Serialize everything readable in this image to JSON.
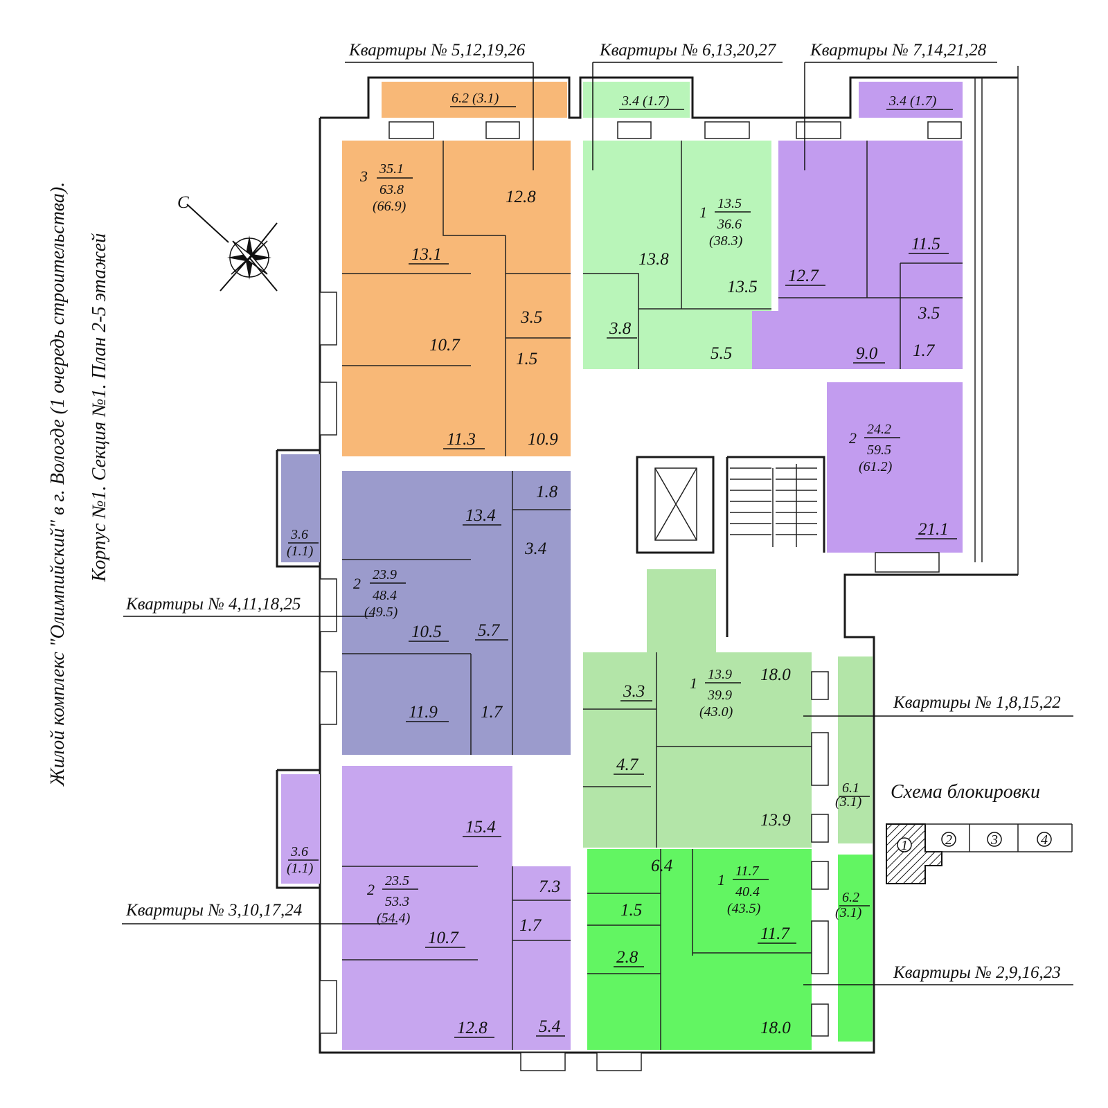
{
  "side_text": {
    "line1": "Жилой комплекс \"Олимпийский\" в г. Вологде (1 очередь строительства).",
    "line2": "Корпус №1. Секция №1. План 2-5 этажей"
  },
  "compass_label": "С",
  "apartments": [
    {
      "label": "Квартиры № 5,12,19,26",
      "color": "#f8b877",
      "rooms": "3",
      "area_living": "35.1",
      "area_total": "63.8",
      "area_with_balcony": "(66.9)",
      "room_areas": [
        "6.2 (3.1)",
        "12.8",
        "13.1",
        "10.7",
        "3.5",
        "1.5",
        "11.3",
        "10.9"
      ]
    },
    {
      "label": "Квартиры № 6,13,20,27",
      "color": "#b9f5b9",
      "rooms": "1",
      "area_living": "13.5",
      "area_total": "36.6",
      "area_with_balcony": "(38.3)",
      "room_areas": [
        "3.4 (1.7)",
        "13.8",
        "13.5",
        "3.8",
        "5.5"
      ]
    },
    {
      "label": "Квартиры № 7,14,21,28",
      "color": "#c29cef",
      "rooms": "2",
      "area_living": "24.2",
      "area_total": "59.5",
      "area_with_balcony": "(61.2)",
      "room_areas": [
        "3.4 (1.7)",
        "11.5",
        "12.7",
        "3.5",
        "9.0",
        "1.7",
        "21.1"
      ]
    },
    {
      "label": "Квартиры № 4,11,18,25",
      "color": "#9b9bcc",
      "rooms": "2",
      "area_living": "23.9",
      "area_total": "48.4",
      "area_with_balcony": "(49.5)",
      "room_areas": [
        "1.8",
        "13.4",
        "3.4",
        "3.6",
        "(1.1)",
        "10.5",
        "5.7",
        "11.9",
        "1.7"
      ]
    },
    {
      "label": "Квартиры № 3,10,17,24",
      "color": "#c7a6ef",
      "rooms": "2",
      "area_living": "23.5",
      "area_total": "53.3",
      "area_with_balcony": "(54.4)",
      "room_areas": [
        "15.4",
        "3.6",
        "(1.1)",
        "7.3",
        "10.7",
        "1.7",
        "12.8",
        "5.4"
      ]
    },
    {
      "label": "Квартиры № 1,8,15,22",
      "color": "#b3e5a8",
      "rooms": "1",
      "area_living": "13.9",
      "area_total": "39.9",
      "area_with_balcony": "(43.0)",
      "room_areas": [
        "18.0",
        "3.3",
        "4.7",
        "6.1",
        "(3.1)",
        "13.9"
      ]
    },
    {
      "label": "Квартиры № 2,9,16,23",
      "color": "#62f562",
      "rooms": "1",
      "area_living": "11.7",
      "area_total": "40.4",
      "area_with_balcony": "(43.5)",
      "room_areas": [
        "6.4",
        "1.5",
        "2.8",
        "11.7",
        "6.2",
        "(3.1)",
        "18.0"
      ]
    }
  ],
  "block_scheme": {
    "title": "Схема блокировки",
    "sections": [
      "1",
      "2",
      "3",
      "4"
    ]
  }
}
